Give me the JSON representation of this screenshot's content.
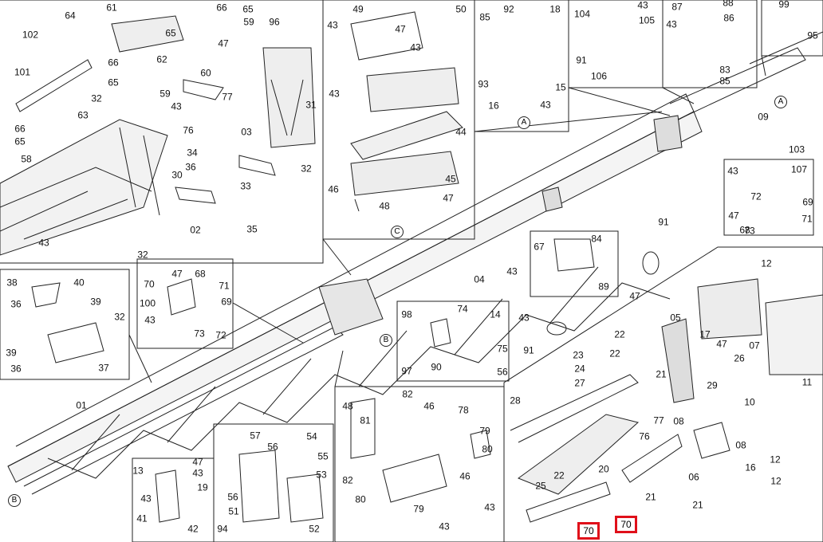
{
  "diagram": {
    "callouts": [
      "64",
      "61",
      "66",
      "65",
      "59",
      "96",
      "102",
      "65",
      "47",
      "62",
      "60",
      "66",
      "65",
      "101",
      "63",
      "32",
      "59",
      "43",
      "77",
      "66",
      "65",
      "58",
      "76",
      "31",
      "03",
      "34",
      "36",
      "33",
      "30",
      "32",
      "02",
      "35",
      "43",
      "32",
      "49",
      "43",
      "47",
      "43",
      "50",
      "43",
      "44",
      "45",
      "46",
      "47",
      "48",
      "85",
      "92",
      "18",
      "93",
      "15",
      "16",
      "43",
      "104",
      "43",
      "105",
      "91",
      "106",
      "87",
      "88",
      "43",
      "86",
      "83",
      "85",
      "99",
      "95",
      "09",
      "103",
      "107",
      "43",
      "72",
      "69",
      "47",
      "73",
      "71",
      "68",
      "12",
      "07",
      "11",
      "91",
      "84",
      "67",
      "43",
      "89",
      "04",
      "47",
      "38",
      "40",
      "39",
      "36",
      "32",
      "39",
      "37",
      "36",
      "47",
      "70",
      "100",
      "68",
      "71",
      "69",
      "43",
      "73",
      "72",
      "98",
      "74",
      "14",
      "90",
      "75",
      "97",
      "56",
      "43",
      "91",
      "05",
      "17",
      "47",
      "22",
      "23",
      "24",
      "27",
      "28",
      "22",
      "21",
      "26",
      "29",
      "77",
      "10",
      "76",
      "08",
      "08",
      "12",
      "16",
      "12",
      "06",
      "21",
      "20",
      "22",
      "25",
      "21",
      "48",
      "82",
      "46",
      "81",
      "78",
      "79",
      "80",
      "82",
      "46",
      "80",
      "79",
      "43",
      "43",
      "57",
      "56",
      "54",
      "55",
      "53",
      "51",
      "94",
      "52",
      "56",
      "13",
      "47",
      "43",
      "19",
      "43",
      "41",
      "42",
      "01"
    ],
    "reference_marks": [
      "C",
      "A",
      "B",
      "B",
      "A"
    ],
    "highlighted": [
      "70",
      "70"
    ]
  }
}
